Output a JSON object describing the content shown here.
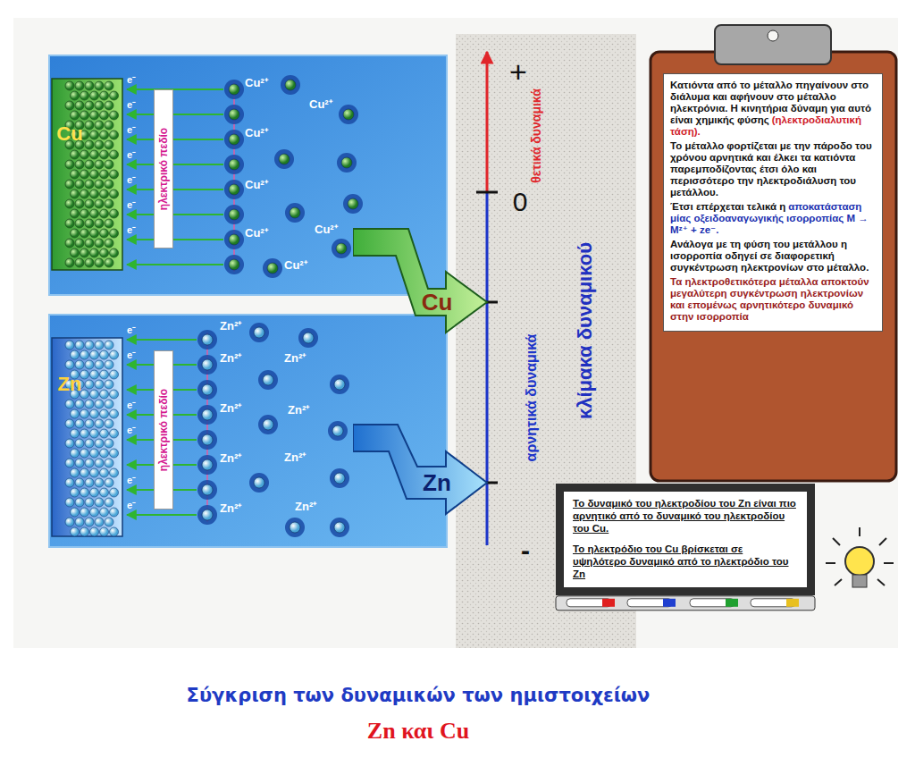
{
  "diagram": {
    "caption": "Σύγκριση των δυναμικών των ημιστοιχείων",
    "nodes": [
      {
        "text": [
          "Cu"
        ]
      },
      {
        "text": [
          "ηλεκτρικό πεδίο"
        ]
      },
      {
        "text": [
          "Zn"
        ]
      },
      {
        "text": [
          "ηλεκτρικό πεδίο"
        ]
      },
      {
        "text": [
          "Cu"
        ]
      },
      {
        "text": [
          "Zn"
        ]
      },
      {
        "text": [
          "+",
          "0",
          "-",
          "θετικά δυναμικά",
          "αρνητικά δυναμικά",
          "κλίμακα δυναμικού"
        ]
      },
      {
        "text": [
          "Κατιόντα από το μέταλλο πηγαίνουν στο διάλυμα και αφήνουν στο μέταλλο ηλεκτρόνια. Η κινητήρια δύναμη για αυτό είναι χημικής φύσης",
          "(ηλεκτροδιαλυτική τάση).",
          "Το μέταλλο φορτίζεται με την πάροδο του χρόνου αρνητικά και έλκει τα κατιόντα παρεμποδίζοντας έτσι όλο και περισσότερο την ηλεκτροδιάλυση του μετάλλου.",
          "Έτσι επέρχεται τελικά η",
          "αποκατάσταση μίας οξειδοαναγωγικής ισορροπίας M → Mᶻ⁺ + ze⁻.",
          "Ανάλογα με τη φύση του μετάλλου η ισορροπία οδηγεί σε διαφορετική συγκέντρωση ηλεκτρονίων στο μέταλλο.",
          "Τα ηλεκτροθετικότερα μέταλλα αποκτούν μεγαλύτερη συγκέντρωση ηλεκτρονίων και επομένως αρνητικότερο δυναμικό στην ισορροπία"
        ]
      },
      {
        "text": [
          "Το δυναμικό του ηλεκτροδίου του Zn είναι πιο αρνητικό από το δυναμικό του ηλεκτροδίου του Cu.",
          "Το ηλεκτρόδιο του Cu βρίσκεται σε υψηλότερο δυναμικό από το ηλεκτρόδιο του Zn"
        ]
      }
    ],
    "labels": [
      "Cu²⁺",
      "Cu²⁺",
      "Cu²⁺",
      "Cu²⁺",
      "Cu²⁺",
      "Cu²⁺",
      "Cu²⁺",
      "e⁻",
      "e⁻",
      "e⁻",
      "e⁻",
      "e⁻",
      "e⁻",
      "e⁻",
      "Zn²⁺",
      "Zn²⁺",
      "Zn²⁺",
      "Zn²⁺",
      "Zn²⁺",
      "Zn²⁺",
      "Zn²⁺",
      "Zn²⁺",
      "Zn²⁺",
      "e⁻",
      "e⁻",
      "e⁻",
      "e⁻",
      "e⁻",
      "e⁻",
      "Zn και Cu"
    ]
  }
}
